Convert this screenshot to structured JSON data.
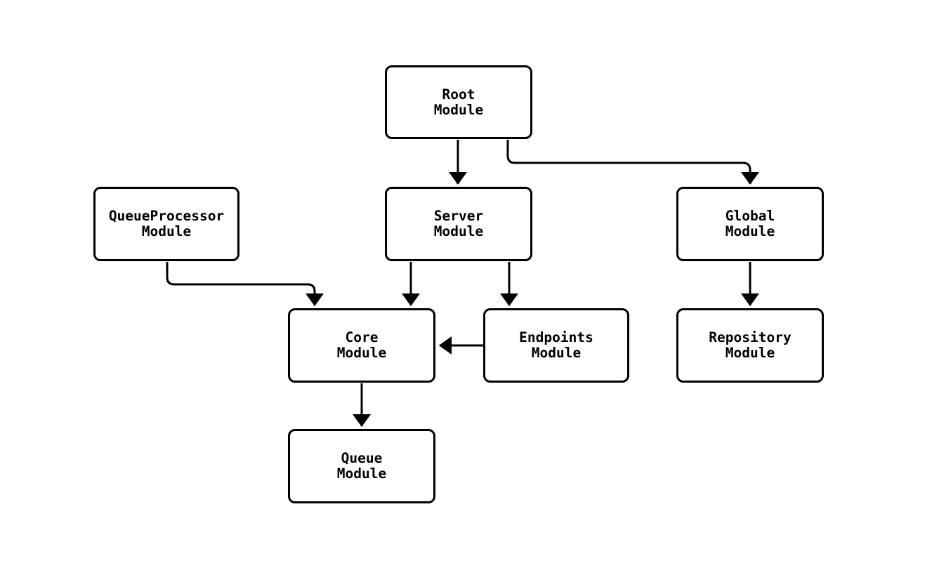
{
  "diagram": {
    "type": "flowchart",
    "background_color": "#ffffff",
    "node_fill_color": "#ffffff",
    "node_border_color": "#000000",
    "edge_color": "#000000",
    "text_color": "#000000",
    "nodes": [
      {
        "id": "root",
        "label": "Root\nModule"
      },
      {
        "id": "queueprocessor",
        "label": "QueueProcessor\nModule"
      },
      {
        "id": "server",
        "label": "Server\nModule"
      },
      {
        "id": "global",
        "label": "Global\nModule"
      },
      {
        "id": "core",
        "label": "Core\nModule"
      },
      {
        "id": "endpoints",
        "label": "Endpoints\nModule"
      },
      {
        "id": "repository",
        "label": "Repository\nModule"
      },
      {
        "id": "queue",
        "label": "Queue\nModule"
      }
    ],
    "edges": [
      {
        "from": "root",
        "to": "server",
        "arrow": "filled-triangle"
      },
      {
        "from": "root",
        "to": "global",
        "arrow": "filled-triangle"
      },
      {
        "from": "queueprocessor",
        "to": "core",
        "arrow": "filled-triangle"
      },
      {
        "from": "server",
        "to": "core",
        "arrow": "filled-triangle"
      },
      {
        "from": "server",
        "to": "endpoints",
        "arrow": "filled-triangle"
      },
      {
        "from": "endpoints",
        "to": "core",
        "arrow": "filled-triangle"
      },
      {
        "from": "global",
        "to": "repository",
        "arrow": "filled-triangle"
      },
      {
        "from": "core",
        "to": "queue",
        "arrow": "filled-triangle"
      }
    ]
  }
}
